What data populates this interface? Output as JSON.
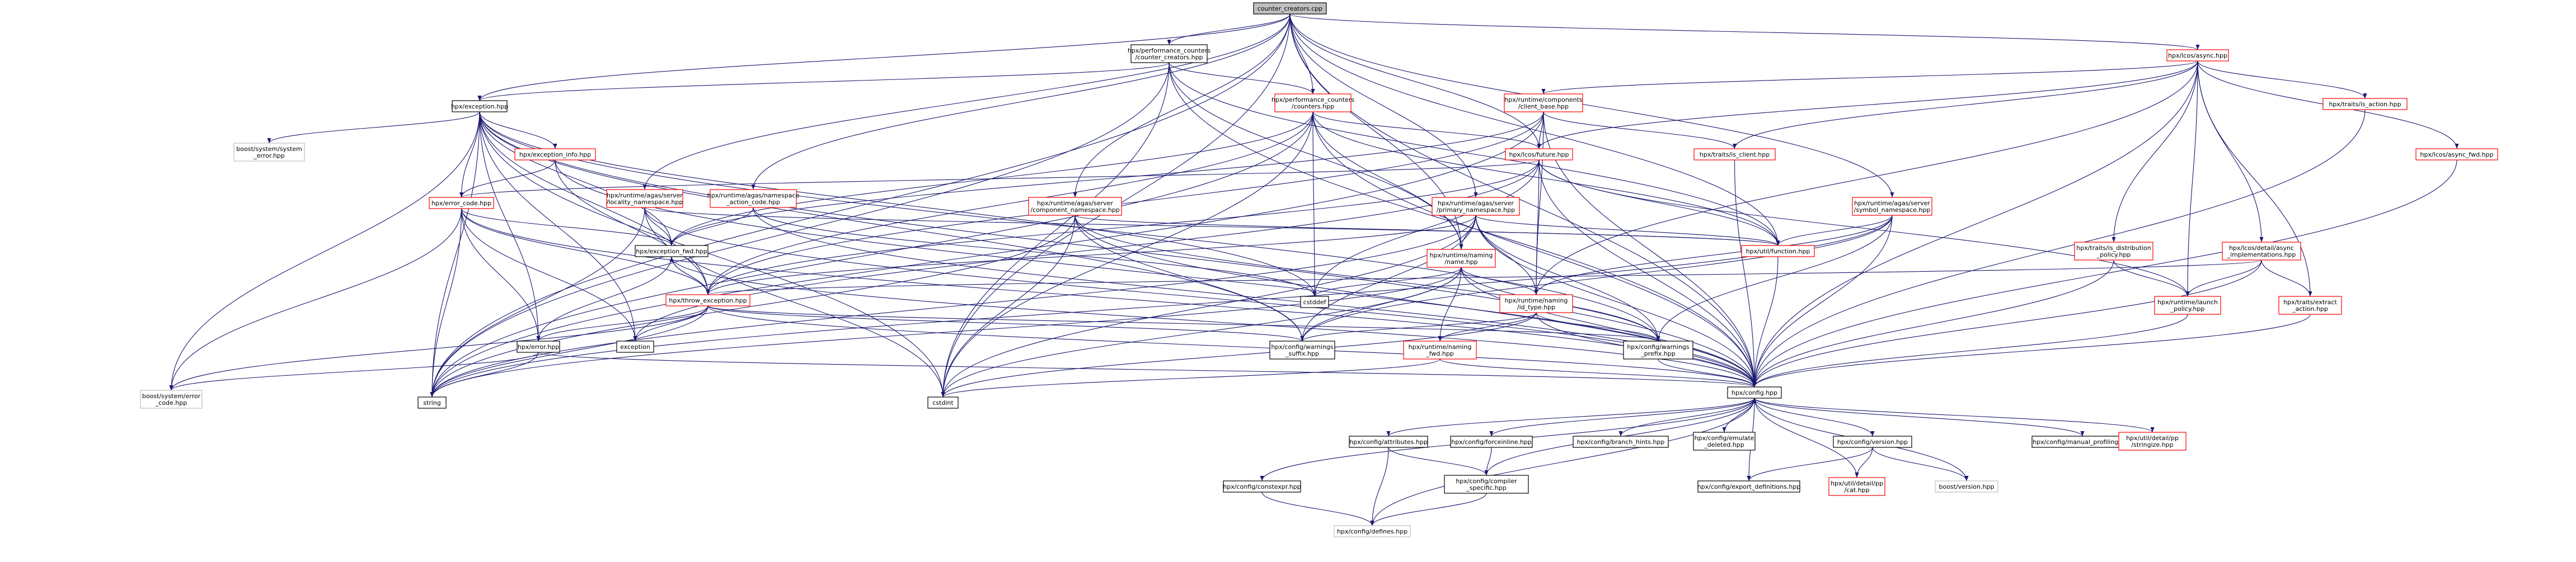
{
  "diagram": {
    "root": "counter_creators.cpp",
    "nodes": [
      {
        "id": "root",
        "lines": [
          "counter_creators.cpp"
        ],
        "style": "root"
      },
      {
        "id": "perf_counter_creators",
        "lines": [
          "hpx/performance_counters",
          "/counter_creators.hpp"
        ],
        "style": "normal"
      },
      {
        "id": "async",
        "lines": [
          "hpx/lcos/async.hpp"
        ],
        "style": "red"
      },
      {
        "id": "exception",
        "lines": [
          "hpx/exception.hpp"
        ],
        "style": "normal"
      },
      {
        "id": "perf_counters",
        "lines": [
          "hpx/performance_counters",
          "/counters.hpp"
        ],
        "style": "red"
      },
      {
        "id": "client_base",
        "lines": [
          "hpx/runtime/components",
          "/client_base.hpp"
        ],
        "style": "red"
      },
      {
        "id": "is_action",
        "lines": [
          "hpx/traits/is_action.hpp"
        ],
        "style": "red"
      },
      {
        "id": "async_fwd",
        "lines": [
          "hpx/lcos/async_fwd.hpp"
        ],
        "style": "red"
      },
      {
        "id": "boost_system_error",
        "lines": [
          "boost/system/system",
          "_error.hpp"
        ],
        "style": "gray"
      },
      {
        "id": "exception_info",
        "lines": [
          "hpx/exception_info.hpp"
        ],
        "style": "red"
      },
      {
        "id": "future",
        "lines": [
          "hpx/lcos/future.hpp"
        ],
        "style": "red"
      },
      {
        "id": "is_client",
        "lines": [
          "hpx/traits/is_client.hpp"
        ],
        "style": "red"
      },
      {
        "id": "error_code",
        "lines": [
          "hpx/error_code.hpp"
        ],
        "style": "red"
      },
      {
        "id": "locality_ns",
        "lines": [
          "hpx/runtime/agas/server",
          "/locality_namespace.hpp"
        ],
        "style": "red"
      },
      {
        "id": "action_code",
        "lines": [
          "hpx/runtime/agas/namespace",
          "_action_code.hpp"
        ],
        "style": "red"
      },
      {
        "id": "component_ns",
        "lines": [
          "hpx/runtime/agas/server",
          "/component_namespace.hpp"
        ],
        "style": "red"
      },
      {
        "id": "primary_ns",
        "lines": [
          "hpx/runtime/agas/server",
          "/primary_namespace.hpp"
        ],
        "style": "red"
      },
      {
        "id": "symbol_ns",
        "lines": [
          "hpx/runtime/agas/server",
          "/symbol_namespace.hpp"
        ],
        "style": "red"
      },
      {
        "id": "is_distribution_policy",
        "lines": [
          "hpx/traits/is_distribution",
          "_policy.hpp"
        ],
        "style": "red"
      },
      {
        "id": "async_implementations",
        "lines": [
          "hpx/lcos/detail/async",
          "_implementations.hpp"
        ],
        "style": "red"
      },
      {
        "id": "exception_fwd",
        "lines": [
          "hpx/exception_fwd.hpp"
        ],
        "style": "normal"
      },
      {
        "id": "unique_function",
        "lines": [
          "hpx/util/function.hpp"
        ],
        "style": "red"
      },
      {
        "id": "naming_name",
        "lines": [
          "hpx/runtime/naming",
          "/name.hpp"
        ],
        "style": "red"
      },
      {
        "id": "cstddef",
        "lines": [
          "cstddef"
        ],
        "style": "normal"
      },
      {
        "id": "throw_exception",
        "lines": [
          "hpx/throw_exception.hpp"
        ],
        "style": "red"
      },
      {
        "id": "id_type",
        "lines": [
          "hpx/runtime/naming",
          "/id_type.hpp"
        ],
        "style": "red"
      },
      {
        "id": "launch_policy",
        "lines": [
          "hpx/runtime/launch",
          "_policy.hpp"
        ],
        "style": "red"
      },
      {
        "id": "extract_action",
        "lines": [
          "hpx/traits/extract",
          "_action.hpp"
        ],
        "style": "red"
      },
      {
        "id": "hpx_error",
        "lines": [
          "hpx/error.hpp"
        ],
        "style": "normal"
      },
      {
        "id": "std_exception",
        "lines": [
          "exception"
        ],
        "style": "normal"
      },
      {
        "id": "warnings_suffix",
        "lines": [
          "hpx/config/warnings",
          "_suffix.hpp"
        ],
        "style": "normal"
      },
      {
        "id": "naming_fwd",
        "lines": [
          "hpx/runtime/naming",
          "_fwd.hpp"
        ],
        "style": "red"
      },
      {
        "id": "warnings_prefix",
        "lines": [
          "hpx/config/warnings",
          "_prefix.hpp"
        ],
        "style": "normal"
      },
      {
        "id": "boost_error_code",
        "lines": [
          "boost/system/error",
          "_code.hpp"
        ],
        "style": "gray"
      },
      {
        "id": "string",
        "lines": [
          "string"
        ],
        "style": "normal"
      },
      {
        "id": "cstdint",
        "lines": [
          "cstdint"
        ],
        "style": "normal"
      },
      {
        "id": "config",
        "lines": [
          "hpx/config.hpp"
        ],
        "style": "normal"
      },
      {
        "id": "constexpr",
        "lines": [
          "hpx/config/constexpr.hpp"
        ],
        "style": "normal"
      },
      {
        "id": "attributes",
        "lines": [
          "hpx/config/attributes.hpp"
        ],
        "style": "normal"
      },
      {
        "id": "forceinline",
        "lines": [
          "hpx/config/forceinline.hpp"
        ],
        "style": "normal"
      },
      {
        "id": "branch_hints",
        "lines": [
          "hpx/config/branch_hints.hpp"
        ],
        "style": "normal"
      },
      {
        "id": "emulate_deleted",
        "lines": [
          "hpx/config/emulate",
          "_deleted.hpp"
        ],
        "style": "normal"
      },
      {
        "id": "version",
        "lines": [
          "hpx/config/version.hpp"
        ],
        "style": "normal"
      },
      {
        "id": "manual_profiling",
        "lines": [
          "hpx/config/manual_profiling.hpp"
        ],
        "style": "normal"
      },
      {
        "id": "stringize",
        "lines": [
          "hpx/util/detail/pp",
          "/stringize.hpp"
        ],
        "style": "red"
      },
      {
        "id": "compiler_specific",
        "lines": [
          "hpx/config/compiler",
          "_specific.hpp"
        ],
        "style": "normal"
      },
      {
        "id": "export_definitions",
        "lines": [
          "hpx/config/export_definitions.hpp"
        ],
        "style": "normal"
      },
      {
        "id": "cat",
        "lines": [
          "hpx/util/detail/pp",
          "/cat.hpp"
        ],
        "style": "red"
      },
      {
        "id": "boost_version",
        "lines": [
          "boost/version.hpp"
        ],
        "style": "gray"
      },
      {
        "id": "defines",
        "lines": [
          "hpx/config/defines.hpp"
        ],
        "style": "gray"
      }
    ],
    "edges": [
      [
        "root",
        "perf_counter_creators"
      ],
      [
        "root",
        "async"
      ],
      [
        "root",
        "exception"
      ],
      [
        "root",
        "perf_counters"
      ],
      [
        "root",
        "config"
      ],
      [
        "root",
        "future"
      ],
      [
        "root",
        "unique_function"
      ],
      [
        "root",
        "naming_name"
      ],
      [
        "root",
        "locality_ns"
      ],
      [
        "root",
        "component_ns"
      ],
      [
        "root",
        "action_code"
      ],
      [
        "root",
        "symbol_ns"
      ],
      [
        "root",
        "primary_ns"
      ],
      [
        "root",
        "string"
      ],
      [
        "root",
        "cstdint"
      ],
      [
        "perf_counter_creators",
        "exception"
      ],
      [
        "perf_counter_creators",
        "perf_counters"
      ],
      [
        "perf_counter_creators",
        "unique_function"
      ],
      [
        "perf_counter_creators",
        "config"
      ],
      [
        "perf_counter_creators",
        "cstdint"
      ],
      [
        "perf_counter_creators",
        "string"
      ],
      [
        "perf_counter_creators",
        "naming_name"
      ],
      [
        "async",
        "client_base"
      ],
      [
        "async",
        "is_action"
      ],
      [
        "async",
        "async_fwd"
      ],
      [
        "async",
        "future"
      ],
      [
        "async",
        "is_client"
      ],
      [
        "async",
        "is_distribution_policy"
      ],
      [
        "async",
        "async_implementations"
      ],
      [
        "async",
        "launch_policy"
      ],
      [
        "async",
        "extract_action"
      ],
      [
        "async",
        "config"
      ],
      [
        "async",
        "id_type"
      ],
      [
        "exception",
        "boost_system_error"
      ],
      [
        "exception",
        "exception_info"
      ],
      [
        "exception",
        "error_code"
      ],
      [
        "exception",
        "exception_fwd"
      ],
      [
        "exception",
        "throw_exception"
      ],
      [
        "exception",
        "hpx_error"
      ],
      [
        "exception",
        "std_exception"
      ],
      [
        "exception",
        "warnings_suffix"
      ],
      [
        "exception",
        "warnings_prefix"
      ],
      [
        "exception",
        "string"
      ],
      [
        "exception",
        "cstdint"
      ],
      [
        "exception",
        "cstddef"
      ],
      [
        "exception",
        "config"
      ],
      [
        "exception",
        "boost_error_code"
      ],
      [
        "perf_counters",
        "future"
      ],
      [
        "perf_counters",
        "exception_fwd"
      ],
      [
        "perf_counters",
        "naming_name"
      ],
      [
        "perf_counters",
        "cstddef"
      ],
      [
        "perf_counters",
        "cstdint"
      ],
      [
        "perf_counters",
        "string"
      ],
      [
        "perf_counters",
        "unique_function"
      ],
      [
        "perf_counters",
        "throw_exception"
      ],
      [
        "perf_counters",
        "config"
      ],
      [
        "client_base",
        "future"
      ],
      [
        "client_base",
        "is_client"
      ],
      [
        "client_base",
        "exception_fwd"
      ],
      [
        "client_base",
        "throw_exception"
      ],
      [
        "client_base",
        "id_type"
      ],
      [
        "client_base",
        "config"
      ],
      [
        "client_base",
        "string"
      ],
      [
        "is_action",
        "config"
      ],
      [
        "async_fwd",
        "config"
      ],
      [
        "exception_info",
        "error_code"
      ],
      [
        "exception_info",
        "throw_exception"
      ],
      [
        "exception_info",
        "config"
      ],
      [
        "future",
        "error_code"
      ],
      [
        "future",
        "throw_exception"
      ],
      [
        "future",
        "launch_policy"
      ],
      [
        "future",
        "unique_function"
      ],
      [
        "future",
        "id_type"
      ],
      [
        "future",
        "config"
      ],
      [
        "future",
        "cstddef"
      ],
      [
        "future",
        "std_exception"
      ],
      [
        "is_client",
        "config"
      ],
      [
        "error_code",
        "exception_fwd"
      ],
      [
        "error_code",
        "throw_exception"
      ],
      [
        "error_code",
        "hpx_error"
      ],
      [
        "error_code",
        "boost_error_code"
      ],
      [
        "error_code",
        "string"
      ],
      [
        "error_code",
        "std_exception"
      ],
      [
        "error_code",
        "config"
      ],
      [
        "locality_ns",
        "exception_fwd"
      ],
      [
        "locality_ns",
        "unique_function"
      ],
      [
        "locality_ns",
        "string"
      ],
      [
        "locality_ns",
        "cstdint"
      ],
      [
        "locality_ns",
        "config"
      ],
      [
        "action_code",
        "exception_fwd"
      ],
      [
        "action_code",
        "config"
      ],
      [
        "action_code",
        "cstddef"
      ],
      [
        "component_ns",
        "unique_function"
      ],
      [
        "component_ns",
        "warnings_suffix"
      ],
      [
        "component_ns",
        "warnings_prefix"
      ],
      [
        "component_ns",
        "string"
      ],
      [
        "component_ns",
        "cstdint"
      ],
      [
        "component_ns",
        "config"
      ],
      [
        "primary_ns",
        "naming_name"
      ],
      [
        "primary_ns",
        "id_type"
      ],
      [
        "primary_ns",
        "unique_function"
      ],
      [
        "primary_ns",
        "warnings_prefix"
      ],
      [
        "primary_ns",
        "warnings_suffix"
      ],
      [
        "primary_ns",
        "string"
      ],
      [
        "primary_ns",
        "cstdint"
      ],
      [
        "primary_ns",
        "config"
      ],
      [
        "primary_ns",
        "throw_exception"
      ],
      [
        "symbol_ns",
        "unique_function"
      ],
      [
        "symbol_ns",
        "warnings_prefix"
      ],
      [
        "symbol_ns",
        "warnings_suffix"
      ],
      [
        "symbol_ns",
        "string"
      ],
      [
        "symbol_ns",
        "config"
      ],
      [
        "symbol_ns",
        "id_type"
      ],
      [
        "is_distribution_policy",
        "config"
      ],
      [
        "is_distribution_policy",
        "launch_policy"
      ],
      [
        "async_implementations",
        "launch_policy"
      ],
      [
        "async_implementations",
        "extract_action"
      ],
      [
        "async_implementations",
        "config"
      ],
      [
        "async_implementations",
        "throw_exception"
      ],
      [
        "exception_fwd",
        "throw_exception"
      ],
      [
        "exception_fwd",
        "hpx_error"
      ],
      [
        "exception_fwd",
        "config"
      ],
      [
        "unique_function",
        "config"
      ],
      [
        "naming_name",
        "id_type"
      ],
      [
        "naming_name",
        "naming_fwd"
      ],
      [
        "naming_name",
        "cstddef"
      ],
      [
        "naming_name",
        "cstdint"
      ],
      [
        "naming_name",
        "string"
      ],
      [
        "naming_name",
        "warnings_prefix"
      ],
      [
        "naming_name",
        "warnings_suffix"
      ],
      [
        "naming_name",
        "config"
      ],
      [
        "throw_exception",
        "exception_fwd"
      ],
      [
        "throw_exception",
        "hpx_error"
      ],
      [
        "throw_exception",
        "std_exception"
      ],
      [
        "throw_exception",
        "boost_error_code"
      ],
      [
        "throw_exception",
        "string"
      ],
      [
        "throw_exception",
        "config"
      ],
      [
        "throw_exception",
        "warnings_prefix"
      ],
      [
        "throw_exception",
        "warnings_suffix"
      ],
      [
        "id_type",
        "naming_fwd"
      ],
      [
        "id_type",
        "warnings_prefix"
      ],
      [
        "id_type",
        "warnings_suffix"
      ],
      [
        "id_type",
        "config"
      ],
      [
        "id_type",
        "cstdint"
      ],
      [
        "launch_policy",
        "config"
      ],
      [
        "extract_action",
        "config"
      ],
      [
        "hpx_error",
        "boost_error_code"
      ],
      [
        "hpx_error",
        "config"
      ],
      [
        "hpx_error",
        "string"
      ],
      [
        "naming_fwd",
        "config"
      ],
      [
        "naming_fwd",
        "cstdint"
      ],
      [
        "warnings_prefix",
        "config"
      ],
      [
        "config",
        "constexpr"
      ],
      [
        "config",
        "attributes"
      ],
      [
        "config",
        "forceinline"
      ],
      [
        "config",
        "branch_hints"
      ],
      [
        "config",
        "emulate_deleted"
      ],
      [
        "config",
        "version"
      ],
      [
        "config",
        "manual_profiling"
      ],
      [
        "config",
        "stringize"
      ],
      [
        "config",
        "compiler_specific"
      ],
      [
        "config",
        "export_definitions"
      ],
      [
        "config",
        "cat"
      ],
      [
        "config",
        "boost_version"
      ],
      [
        "config",
        "defines"
      ],
      [
        "emulate_deleted",
        "config"
      ],
      [
        "attributes",
        "compiler_specific"
      ],
      [
        "attributes",
        "defines"
      ],
      [
        "forceinline",
        "compiler_specific"
      ],
      [
        "compiler_specific",
        "defines"
      ],
      [
        "version",
        "export_definitions"
      ],
      [
        "version",
        "cat"
      ],
      [
        "version",
        "boost_version"
      ],
      [
        "constexpr",
        "defines"
      ]
    ]
  }
}
